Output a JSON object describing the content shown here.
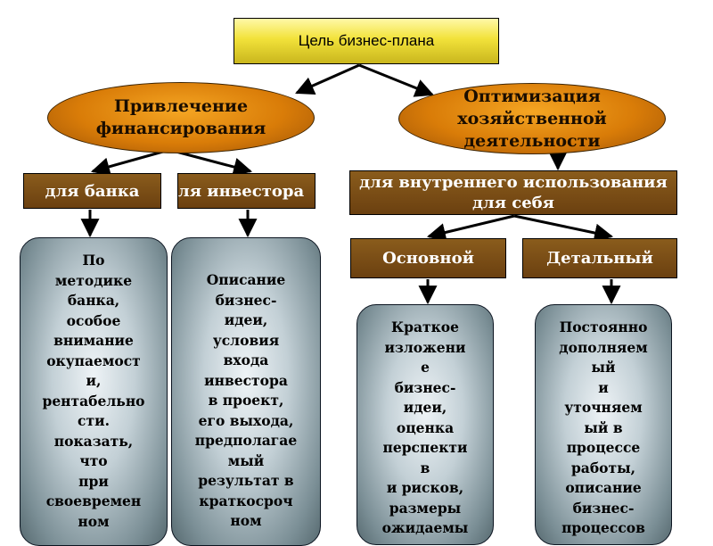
{
  "diagram": {
    "goal": "Цель бизнес-плана",
    "branch_left": "Привлечение финансирования",
    "branch_right": "Оптимизация хозяйственной деятельности",
    "bank": "для банка",
    "investor": "для инвестора",
    "internal": {
      "line1": "для внутреннего использования",
      "line2": "для себя"
    },
    "main": "Основной",
    "detailed": "Детальный",
    "card_bank": "По\nметодике\nбанка,\nособое\nвнимание\nокупаемост\nи,\nрентабельно\nсти.\nпоказать,\nчто\nпри\nсвоевремен\nном",
    "card_investor": "Описание\nбизнес-\nидеи,\nусловия\nвхода\nинвестора\nв проект,\nего выхода,\nпредполагае\nмый\nрезультат в\nкраткосроч\nном",
    "card_main": "Краткое\nизложени\nе\nбизнес-\nидеи,\nоценка\nперспекти\nв\nи рисков,\nразмеры\nожидаемы",
    "card_detailed": "Постоянно\nдополняем\nый\nи\nуточняем\nый в\nпроцессе\nработы,\nописание\nбизнес-\nпроцессов"
  }
}
